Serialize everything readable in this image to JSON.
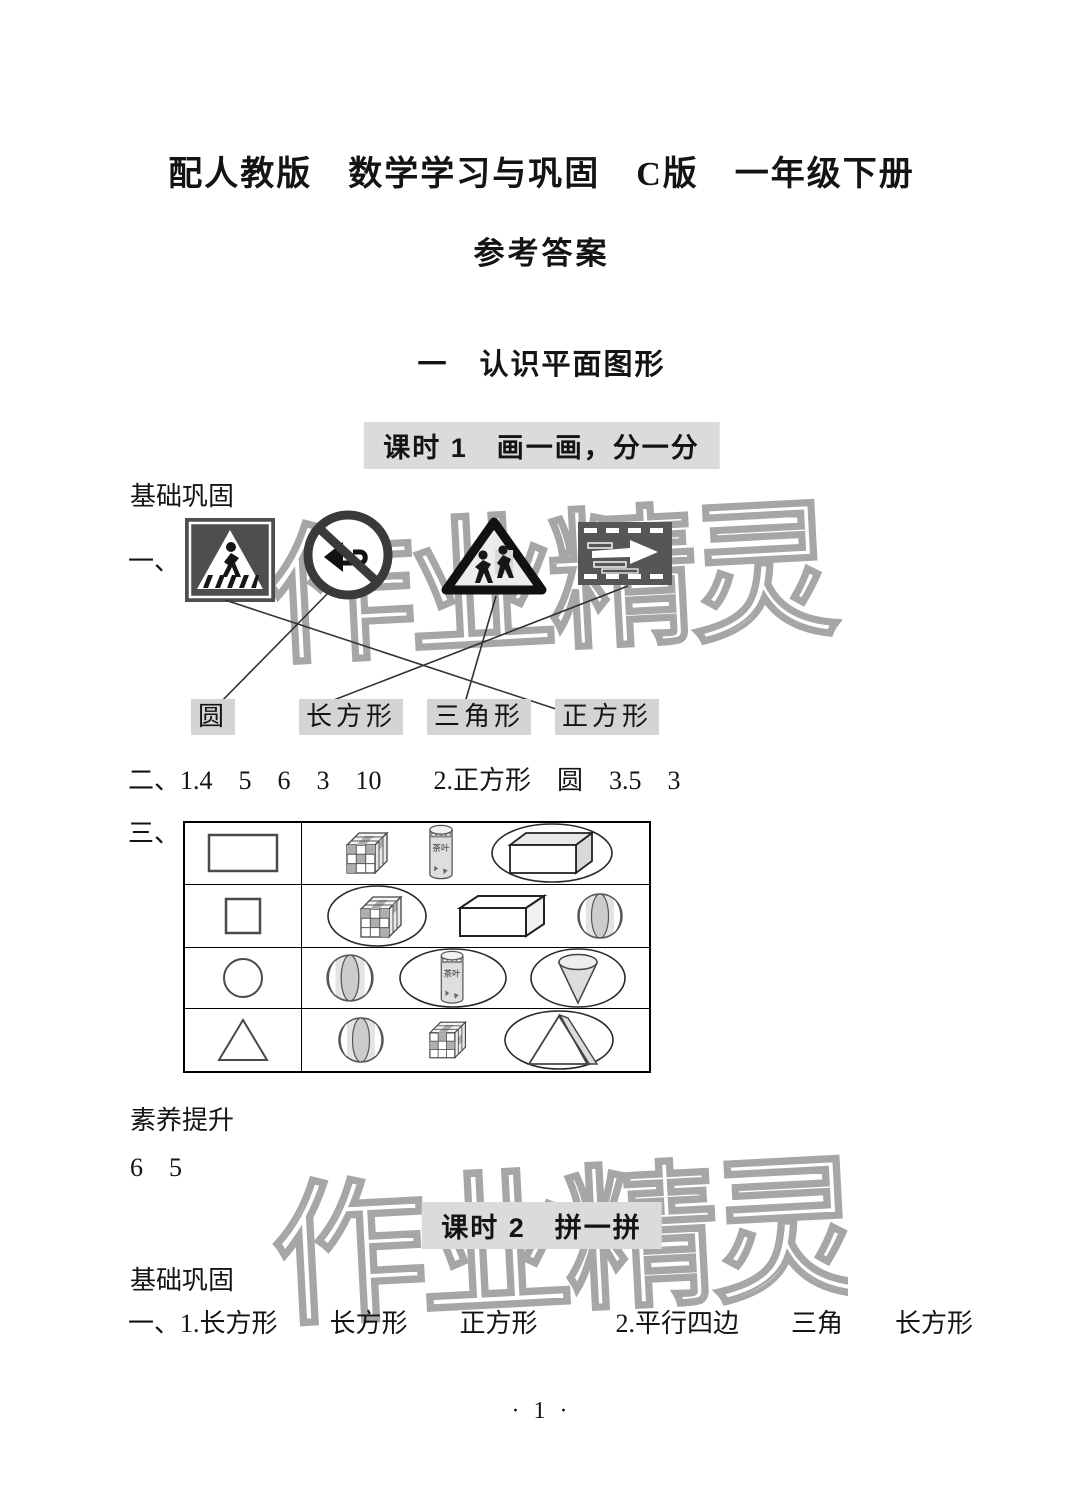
{
  "page": {
    "title": "配人教版　数学学习与巩固　C版　一年级下册",
    "answers_heading": "参考答案",
    "chapter_heading": "一　认识平面图形",
    "page_number": "· 1 ·",
    "watermark_text": "作业精灵"
  },
  "lesson1": {
    "header": "课时 1　画一画，分一分",
    "basics_label": "基础巩固",
    "q1_marker": "一、",
    "match": {
      "signs": [
        "pedestrian-crossing-sign",
        "no-horn-sign",
        "children-crossing-sign",
        "expressway-arrow-sign"
      ],
      "labels": [
        "圆",
        "长方形",
        "三角形",
        "正方形"
      ],
      "connections": [
        {
          "from": "pedestrian-crossing-sign",
          "to": "正方形"
        },
        {
          "from": "no-horn-sign",
          "to": "圆"
        },
        {
          "from": "children-crossing-sign",
          "to": "三角形"
        },
        {
          "from": "expressway-arrow-sign",
          "to": "长方形"
        }
      ]
    },
    "q2_text": "二、1.4　5　6　3　10　　2.正方形　圆　3.5　3",
    "q3_marker": "三、",
    "shape_table": {
      "can_text": "茶叶",
      "rows": [
        {
          "shape": "rectangle",
          "items": [
            "rubiks-cube",
            "tea-can",
            "cuboid"
          ],
          "circled": [
            "cuboid"
          ]
        },
        {
          "shape": "square",
          "items": [
            "rubiks-cube",
            "cuboid",
            "ball"
          ],
          "circled": [
            "rubiks-cube"
          ]
        },
        {
          "shape": "circle",
          "items": [
            "ball",
            "tea-can",
            "cone"
          ],
          "circled": [
            "tea-can",
            "cone"
          ]
        },
        {
          "shape": "triangle",
          "items": [
            "ball",
            "rubiks-cube",
            "triangular-prism"
          ],
          "circled": [
            "triangular-prism"
          ]
        }
      ]
    },
    "literacy_label": "素养提升",
    "literacy_answer": "6　5"
  },
  "lesson2": {
    "header": "课时 2　拼一拼",
    "basics_label": "基础巩固",
    "q1_text": "一、1.长方形　　长方形　　正方形　　　2.平行四边　　三角　　长方形"
  }
}
